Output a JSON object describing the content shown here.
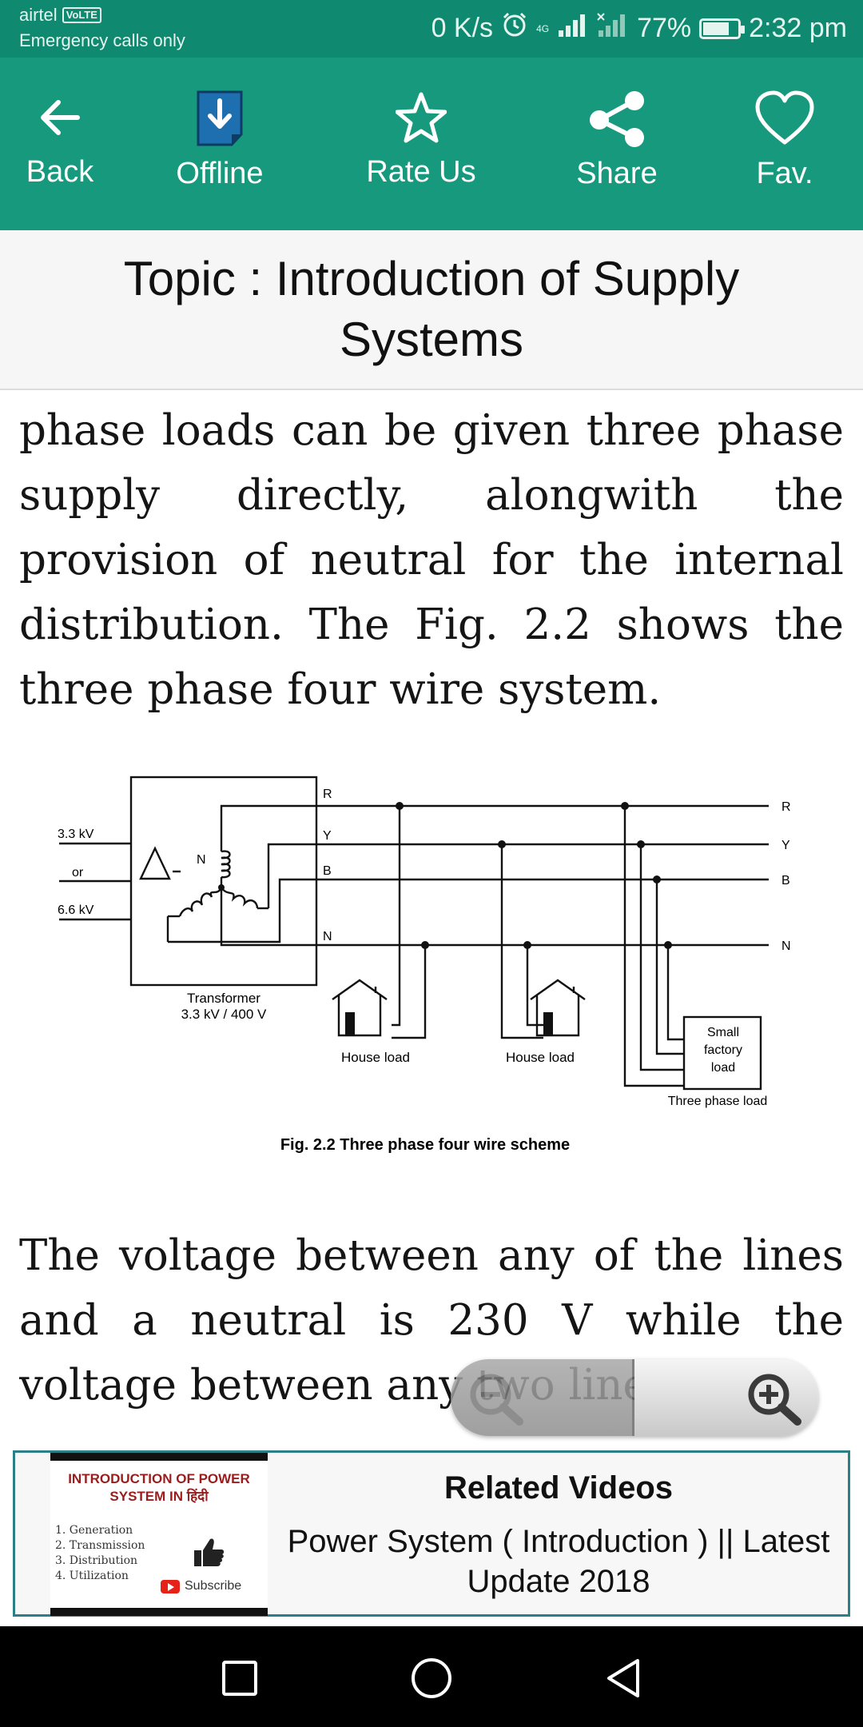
{
  "status_bar": {
    "carrier": "airtel",
    "volte": "VoLTE",
    "emergency": "Emergency calls only",
    "network_speed": "0 K/s",
    "network_type": "4G",
    "battery": "77%",
    "battery_level": 0.77,
    "time": "2:32 pm"
  },
  "toolbar": {
    "back": "Back",
    "offline": "Offline",
    "rate_us": "Rate Us",
    "share": "Share",
    "fav": "Fav."
  },
  "topic": "Topic : Introduction of Supply Systems",
  "content": {
    "paragraph1": "phase loads can be given three phase supply directly, alongwith the provision of neutral for the internal distribution. The Fig. 2.2 shows the three phase four wire system.",
    "paragraph2": "The voltage between any of the lines and a neutral is 230 V while the voltage between any two lines"
  },
  "figure": {
    "caption": "Fig. 2.2 Three phase four wire scheme",
    "input_voltage_1": "3.3 kV",
    "input_or": "or",
    "input_voltage_2": "6.6 kV",
    "transformer_label": "Transformer",
    "transformer_rating": "3.3 kV / 400 V",
    "neutral_point": "N",
    "delta_symbol": "Δ",
    "line_r": "R",
    "line_y": "Y",
    "line_b": "B",
    "line_n": "N",
    "house_load_1": "House load",
    "house_load_2": "House load",
    "factory_line1": "Small",
    "factory_line2": "factory",
    "factory_line3": "load",
    "three_phase_load": "Three phase load"
  },
  "related_videos": {
    "heading": "Related Videos",
    "title": "Power System ( Introduction ) || Latest Update 2018",
    "thumbnail": {
      "title_line1": "INTRODUCTION OF POWER",
      "title_line2": "SYSTEM IN हिंदी",
      "item1": "1. Generation",
      "item2": "2. Transmission",
      "item3": "3. Distribution",
      "item4": "4. Utilization",
      "subscribe": "Subscribe"
    }
  },
  "colors": {
    "status_bar": "#0f8a70",
    "toolbar": "#16997d",
    "related_border": "#2b7f86"
  }
}
